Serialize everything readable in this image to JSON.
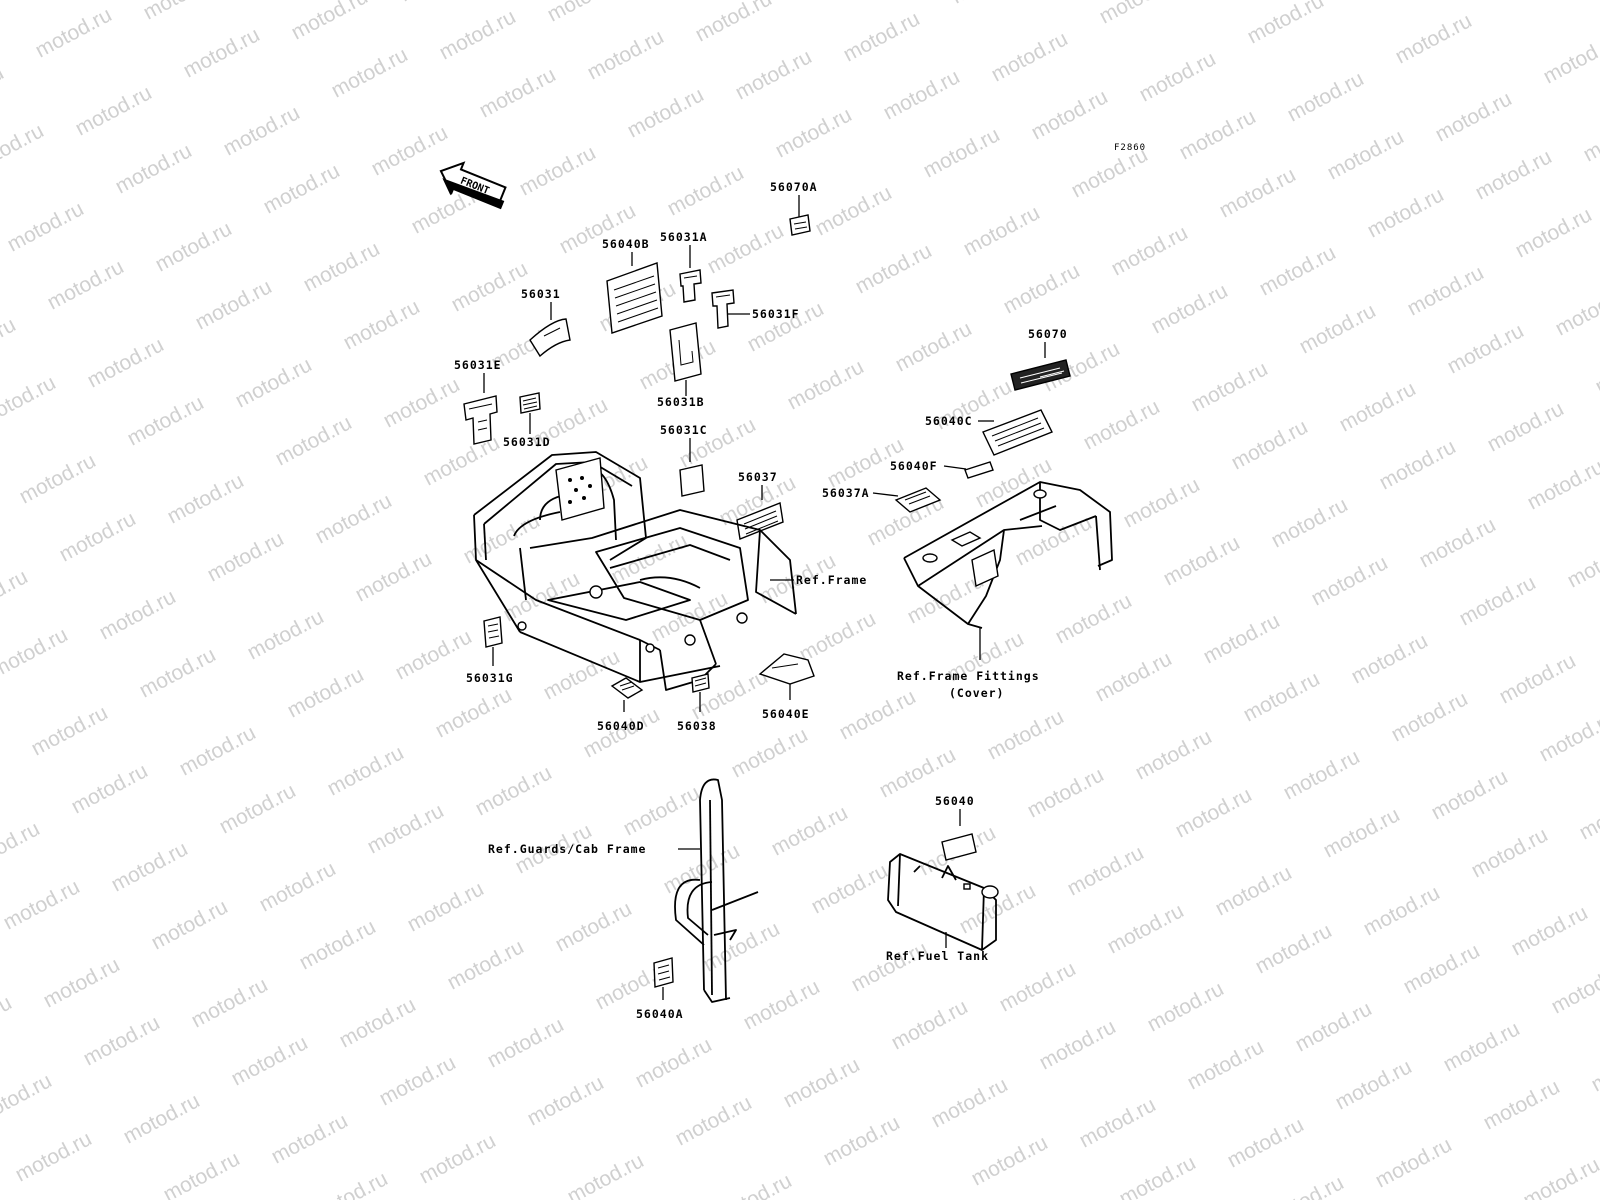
{
  "diagram": {
    "figure_code": "F2860",
    "front_label": "FRONT",
    "watermark": "motod.ru",
    "part_numbers": {
      "p56070A": "56070A",
      "p56040B": "56040B",
      "p56031A": "56031A",
      "p56031": "56031",
      "p56031F": "56031F",
      "p56031E": "56031E",
      "p56031B": "56031B",
      "p56031D": "56031D",
      "p56031C": "56031C",
      "p56037": "56037",
      "p56070": "56070",
      "p56040C": "56040C",
      "p56040F": "56040F",
      "p56037A": "56037A",
      "p56031G": "56031G",
      "p56040D": "56040D",
      "p56038": "56038",
      "p56040E": "56040E",
      "p56040": "56040",
      "p56040A": "56040A"
    },
    "references": {
      "frame": "Ref.Frame",
      "frame_fittings": "Ref.Frame Fittings",
      "frame_fittings_sub": "(Cover)",
      "guards": "Ref.Guards/Cab Frame",
      "fuel_tank": "Ref.Fuel Tank"
    }
  }
}
